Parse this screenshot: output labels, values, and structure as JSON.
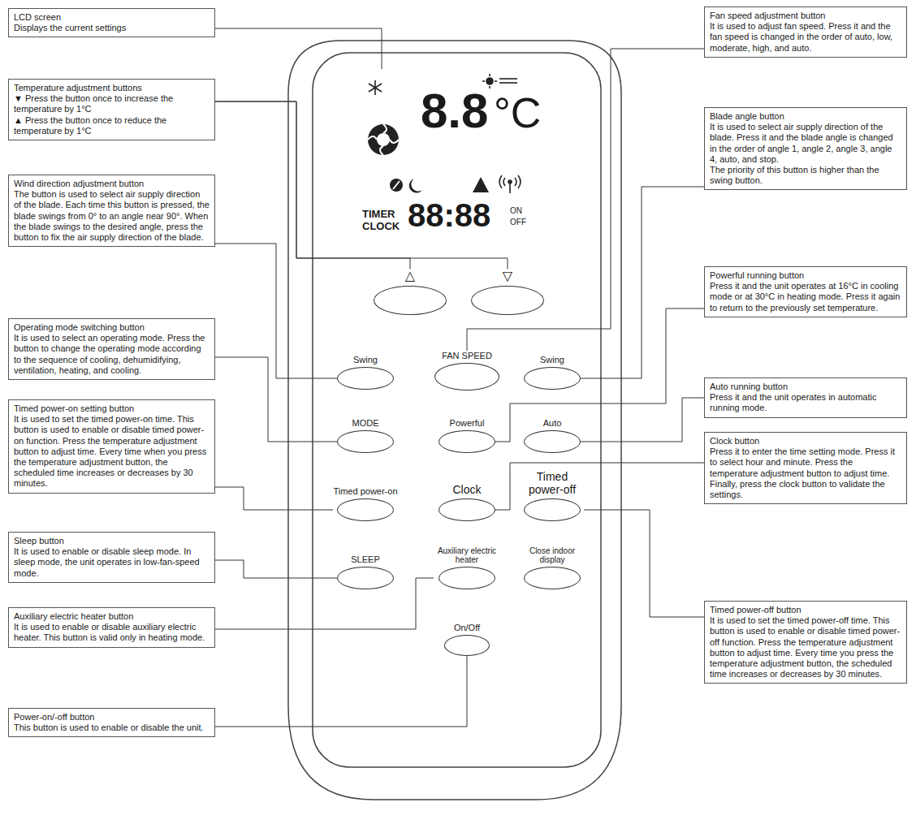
{
  "diagram": {
    "nodes": [
      {
        "text": [
          "LCD screen",
          "Displays the current settings"
        ]
      },
      {
        "text": [
          "Temperature adjustment buttons",
          "▼ Press the button once to increase the temperature by 1°C",
          "▲ Press the button once to reduce the temperature by 1°C"
        ]
      },
      {
        "text": [
          "Wind direction adjustment button",
          "The button is used to select air supply direction of the blade. Each time this button is pressed, the blade swings from 0° to an angle near 90°. When the blade swings to the desired angle, press the button to fix the air supply direction of the blade."
        ]
      },
      {
        "text": [
          "Operating mode switching button",
          "It is used to select an operating mode. Press the button to change the operating mode according to the sequence of cooling, dehumidifying, ventilation, heating, and cooling."
        ]
      },
      {
        "text": [
          "Timed power-on setting button",
          "It is used to set the timed power-on time. This button is used to enable or disable timed power-on function. Press the temperature adjustment button to adjust time. Every time when you press the temperature adjustment button, the scheduled time increases or decreases by 30 minutes."
        ]
      },
      {
        "text": [
          "Sleep button",
          "It is used to enable or disable sleep mode. In sleep mode, the unit operates in low-fan-speed mode."
        ]
      },
      {
        "text": [
          "Auxiliary electric heater button",
          "It is used to enable or disable auxiliary electric heater. This button is valid only in heating mode."
        ]
      },
      {
        "text": [
          "Power-on/-off button",
          "This button is used to enable or disable the unit."
        ]
      },
      {
        "text": [
          "Fan speed adjustment button",
          "It is used to adjust fan speed. Press it and the fan speed is changed in the order of auto, low, moderate, high, and auto."
        ]
      },
      {
        "text": [
          "Blade angle button",
          "It is used to select air supply direction of the blade. Press it and the blade angle is changed in the order of angle 1, angle 2, angle 3, angle 4, auto, and stop.",
          "The priority of this button is higher than the swing button."
        ]
      },
      {
        "text": [
          "Powerful running button",
          "Press it and the unit operates at 16°C in cooling mode or at 30°C in heating mode. Press it again to return to the previously set temperature."
        ]
      },
      {
        "text": [
          "Auto running button",
          "Press it and the unit operates in automatic running mode."
        ]
      },
      {
        "text": [
          "Clock button",
          "Press it to enter the time setting mode. Press it to select hour and minute. Press the temperature adjustment button to adjust time. Finally, press the clock button to validate the settings."
        ]
      },
      {
        "text": [
          "Timed power-off button",
          "It is used to set the timed power-off time. This button is used to enable or disable timed power-off function. Press the temperature adjustment button to adjust time. Every time you press the temperature adjustment button, the scheduled time increases or decreases by 30 minutes."
        ]
      },
      {
        "text": [
          "8.8",
          "°C",
          "TIMER",
          "CLOCK",
          "88:88",
          "ON",
          "OFF"
        ]
      },
      {
        "text": [
          "△"
        ]
      },
      {
        "text": [
          "▽"
        ]
      },
      {
        "text": [
          "Swing"
        ]
      },
      {
        "text": [
          "FAN SPEED"
        ]
      },
      {
        "text": [
          "Swing"
        ]
      },
      {
        "text": [
          "MODE"
        ]
      },
      {
        "text": [
          "Powerful"
        ]
      },
      {
        "text": [
          "Auto"
        ]
      },
      {
        "text": [
          "Timed power-on"
        ]
      },
      {
        "text": [
          "Clock"
        ]
      },
      {
        "text": [
          "Timed power-off"
        ]
      },
      {
        "text": [
          "SLEEP"
        ]
      },
      {
        "text": [
          "Auxiliary electric heater"
        ]
      },
      {
        "text": [
          "Close indoor display"
        ]
      },
      {
        "text": [
          "On/Off"
        ]
      }
    ],
    "edges": [
      {
        "from": 0,
        "to": 14,
        "arrow": "none"
      },
      {
        "from": 1,
        "to": 15,
        "arrow": "none"
      },
      {
        "from": 1,
        "to": 16,
        "arrow": "none"
      },
      {
        "from": 2,
        "to": 17,
        "arrow": "none"
      },
      {
        "from": 3,
        "to": 20,
        "arrow": "none"
      },
      {
        "from": 4,
        "to": 23,
        "arrow": "none"
      },
      {
        "from": 5,
        "to": 26,
        "arrow": "none"
      },
      {
        "from": 6,
        "to": 27,
        "arrow": "none"
      },
      {
        "from": 7,
        "to": 29,
        "arrow": "none"
      },
      {
        "from": 8,
        "to": 18,
        "arrow": "none"
      },
      {
        "from": 9,
        "to": 19,
        "arrow": "none"
      },
      {
        "from": 10,
        "to": 21,
        "arrow": "none"
      },
      {
        "from": 11,
        "to": 22,
        "arrow": "none"
      },
      {
        "from": 12,
        "to": 24,
        "arrow": "none"
      },
      {
        "from": 13,
        "to": 25,
        "arrow": "none"
      }
    ]
  }
}
